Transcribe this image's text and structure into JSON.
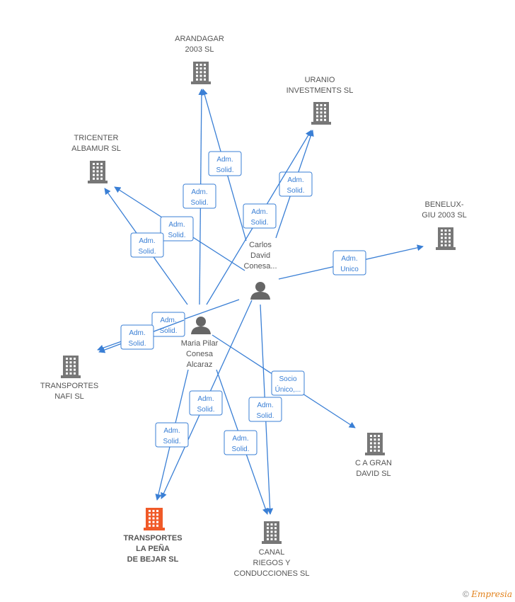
{
  "colors": {
    "edge": "#3a7fd5",
    "company": "#777777",
    "focus": "#f05a28",
    "person": "#666666"
  },
  "nodes": {
    "arandagar": {
      "label": [
        "ARANDAGAR",
        "2003 SL"
      ],
      "kind": "company"
    },
    "uranio": {
      "label": [
        "URANIO",
        "INVESTMENTS SL"
      ],
      "kind": "company"
    },
    "tricenter": {
      "label": [
        "TRICENTER",
        "ALBAMUR SL"
      ],
      "kind": "company"
    },
    "benelux": {
      "label": [
        "BENELUX-",
        "GIU 2003 SL"
      ],
      "kind": "company"
    },
    "carlos": {
      "label": [
        "Carlos",
        "David",
        "Conesa..."
      ],
      "kind": "person"
    },
    "maria": {
      "label": [
        "Maria Pilar",
        "Conesa",
        "Alcaraz"
      ],
      "kind": "person"
    },
    "nafi": {
      "label": [
        "TRANSPORTES",
        "NAFI SL"
      ],
      "kind": "company"
    },
    "cagran": {
      "label": [
        "C A GRAN",
        "DAVID SL"
      ],
      "kind": "company"
    },
    "pena": {
      "label": [
        "TRANSPORTES",
        "LA PEÑA",
        "DE BEJAR SL"
      ],
      "kind": "focus"
    },
    "canal": {
      "label": [
        "CANAL",
        "RIEGOS Y",
        "CONDUCCIONES SL"
      ],
      "kind": "company"
    }
  },
  "edges": [
    {
      "from": "carlos",
      "to": "arandagar",
      "label": [
        "Adm.",
        "Solid."
      ]
    },
    {
      "from": "maria",
      "to": "arandagar",
      "label": [
        "Adm.",
        "Solid."
      ]
    },
    {
      "from": "carlos",
      "to": "uranio",
      "label": [
        "Adm.",
        "Solid."
      ]
    },
    {
      "from": "maria",
      "to": "uranio",
      "label": [
        "Adm.",
        "Solid."
      ]
    },
    {
      "from": "carlos",
      "to": "tricenter",
      "label": [
        "Adm.",
        "Solid."
      ]
    },
    {
      "from": "maria",
      "to": "tricenter",
      "label": [
        "Adm.",
        "Solid."
      ]
    },
    {
      "from": "carlos",
      "to": "benelux",
      "label": [
        "Adm.",
        "Unico"
      ]
    },
    {
      "from": "carlos",
      "to": "nafi",
      "label": [
        "Adm.",
        "Solid."
      ]
    },
    {
      "from": "maria",
      "to": "nafi",
      "label": [
        "Adm.",
        "Solid."
      ]
    },
    {
      "from": "maria",
      "to": "cagran",
      "label": [
        "Socio",
        "Único,..."
      ]
    },
    {
      "from": "carlos",
      "to": "pena",
      "label": [
        "Adm.",
        "Solid."
      ]
    },
    {
      "from": "maria",
      "to": "pena",
      "label": [
        "Adm.",
        "Solid."
      ]
    },
    {
      "from": "carlos",
      "to": "canal",
      "label": [
        "Adm.",
        "Solid."
      ]
    },
    {
      "from": "maria",
      "to": "canal",
      "label": [
        "Adm.",
        "Solid."
      ]
    }
  ],
  "footer": {
    "copyright": "©",
    "brand": "Empresia"
  }
}
